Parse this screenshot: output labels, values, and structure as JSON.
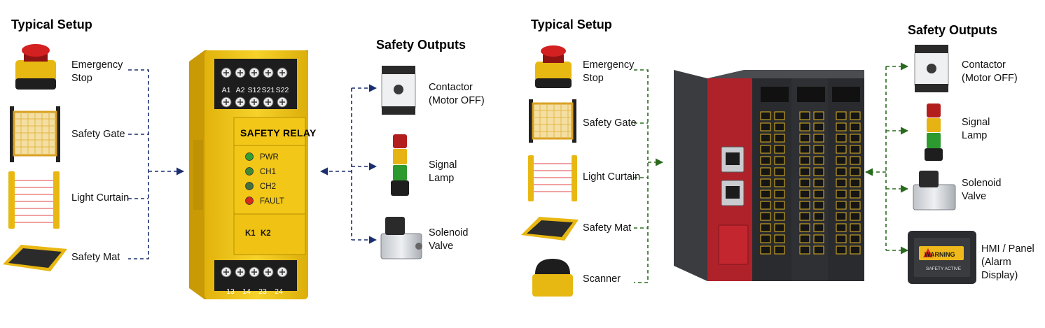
{
  "left": {
    "heading": "Typical Setup",
    "inputs": [
      {
        "label": "Emergency\nStop",
        "icon": "emergency-stop-icon"
      },
      {
        "label": "Safety Gate",
        "icon": "safety-gate-icon"
      },
      {
        "label": "Light Curtain",
        "icon": "light-curtain-icon"
      },
      {
        "label": "Safety Mat",
        "icon": "safety-mat-icon"
      }
    ],
    "relay": {
      "title": "SAFETY RELAY",
      "top_terminals": [
        "A1",
        "A2",
        "S12",
        "S21",
        "S22"
      ],
      "leds": [
        {
          "label": "PWR",
          "color": "#34a030"
        },
        {
          "label": "CH1",
          "color": "#3f8a34"
        },
        {
          "label": "CH2",
          "color": "#46703c"
        },
        {
          "label": "FAULT",
          "color": "#d82a1c"
        }
      ],
      "relays": [
        "K1",
        "K2"
      ],
      "bottom_terminals": [
        "13",
        "14",
        "23",
        "24"
      ]
    },
    "outputs_heading": "Safety Outputs",
    "outputs": [
      {
        "label": "Contactor\n(Motor OFF)",
        "icon": "contactor-icon"
      },
      {
        "label": "Signal\nLamp",
        "icon": "signal-lamp-icon"
      },
      {
        "label": "Solenoid\nValve",
        "icon": "solenoid-valve-icon"
      }
    ]
  },
  "right": {
    "heading": "Typical Setup",
    "inputs": [
      {
        "label": "Emergency\nStop",
        "icon": "emergency-stop-icon"
      },
      {
        "label": "Safety Gate",
        "icon": "safety-gate-icon"
      },
      {
        "label": "Light Curtain",
        "icon": "light-curtain-icon"
      },
      {
        "label": "Safety Mat",
        "icon": "safety-mat-icon"
      },
      {
        "label": "Scanner",
        "icon": "laser-scanner-icon"
      }
    ],
    "plc": {
      "icon": "safety-plc-icon"
    },
    "outputs_heading": "Safety Outputs",
    "outputs": [
      {
        "label": "Contactor\n(Motor OFF)",
        "icon": "contactor-icon"
      },
      {
        "label": "Signal\nLamp",
        "icon": "signal-lamp-icon"
      },
      {
        "label": "Solenoid\nValve",
        "icon": "solenoid-valve-icon"
      },
      {
        "label": "HMI / Panel\n(Alarm Display)",
        "icon": "hmi-panel-icon"
      }
    ],
    "hmi_screen": {
      "warning": "WARNING",
      "status": "SAFETY ACTIVE"
    }
  },
  "colors": {
    "left_line": "#1b2f6e",
    "right_line": "#2a6a1e",
    "relay_yellow": "#f3cc1b",
    "plc_red": "#b0222a"
  }
}
